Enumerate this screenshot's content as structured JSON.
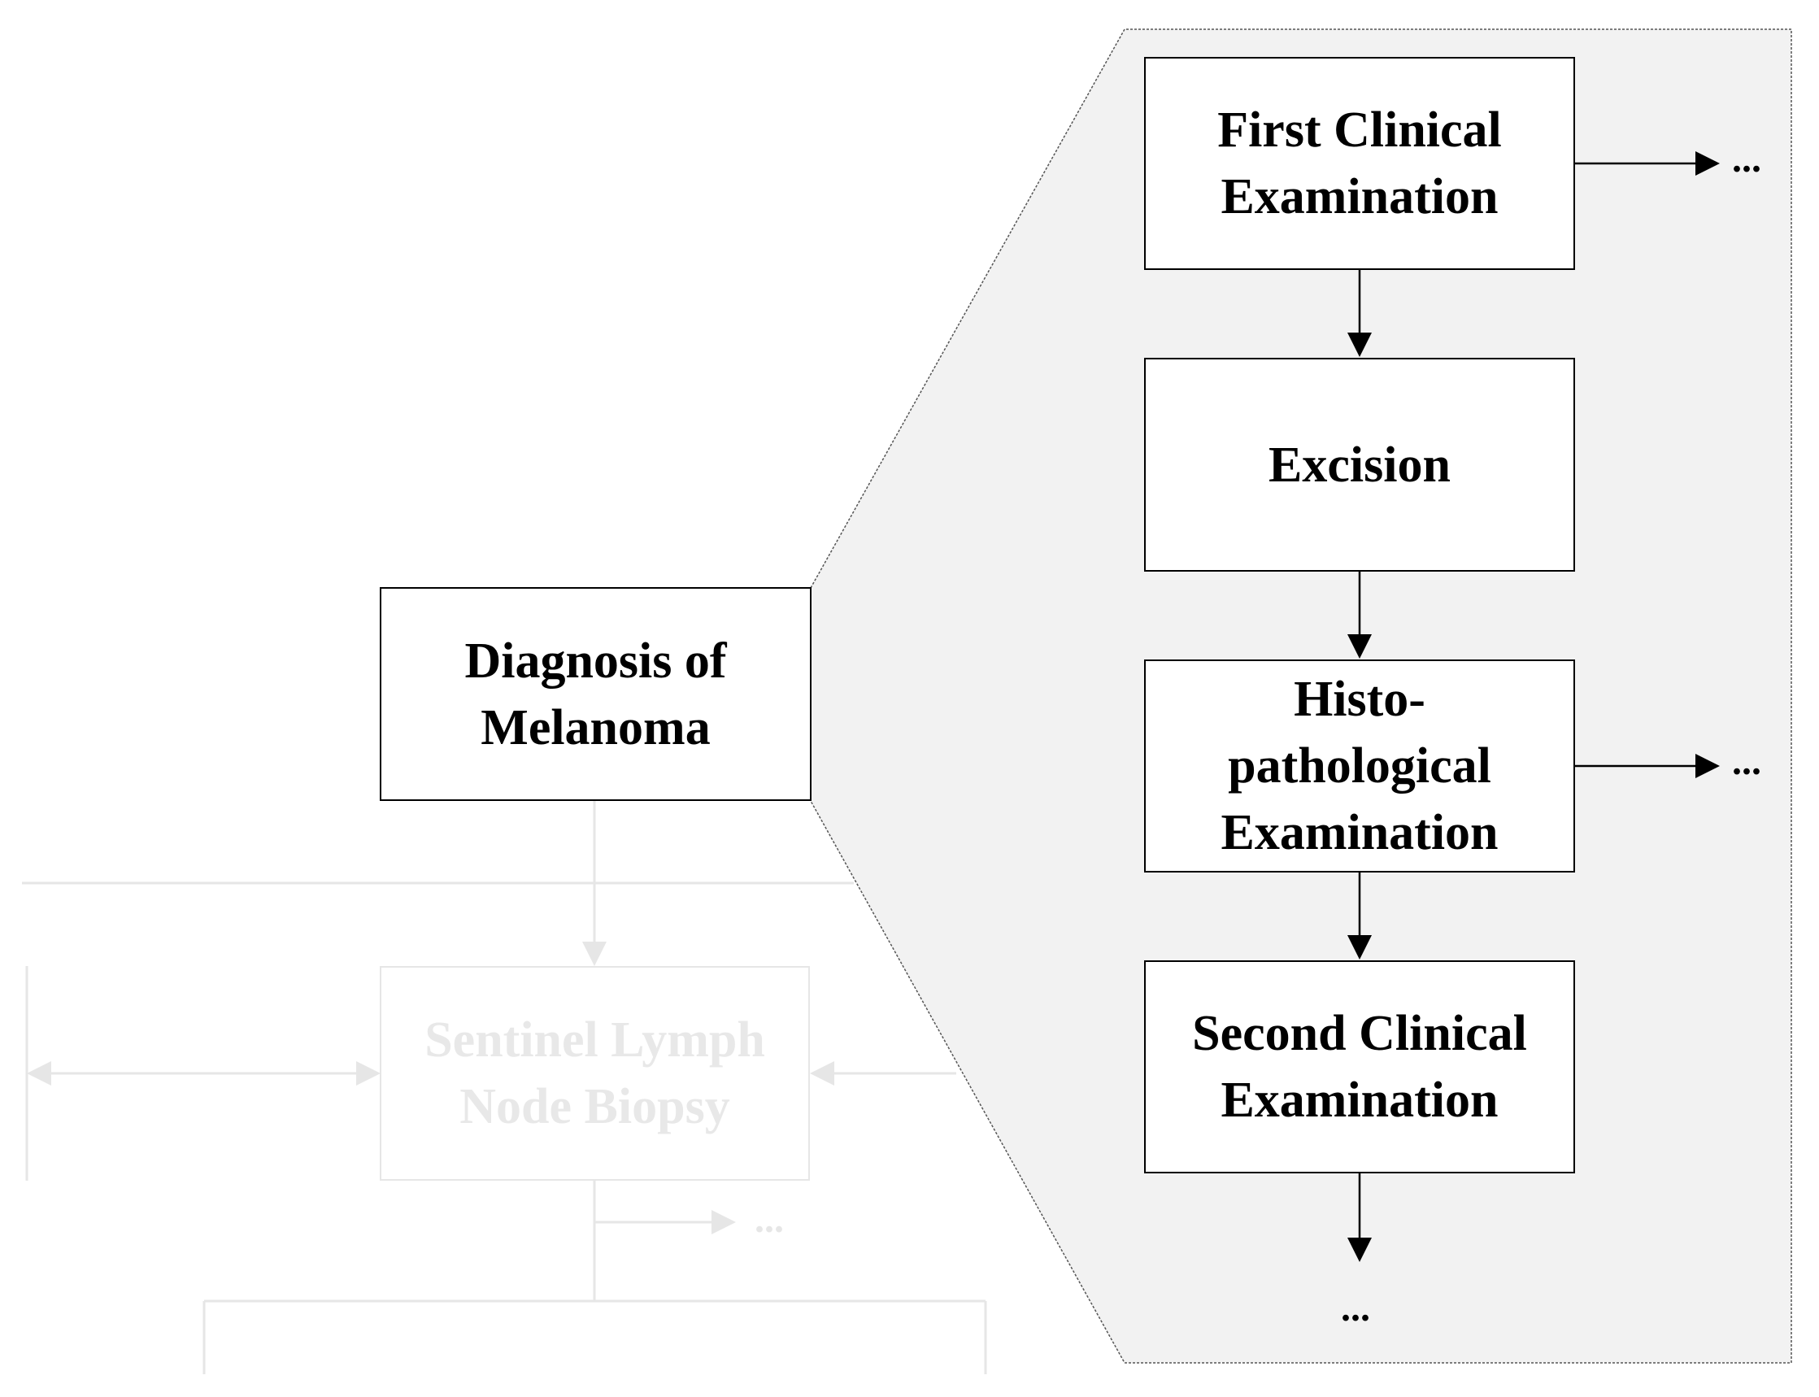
{
  "colors": {
    "zoom_panel_fill": "#f2f2f2",
    "dark_stroke": "#000000",
    "faded_stroke": "#e6e6e6"
  },
  "overview": {
    "diagnosis_box": "Diagnosis of\nMelanoma",
    "sentinel_box": "Sentinel Lymph\nNode Biopsy",
    "sentinel_continuation": "..."
  },
  "detail": {
    "steps": [
      {
        "label": "First Clinical\nExamination",
        "continuation": "..."
      },
      {
        "label": "Excision"
      },
      {
        "label": "Histo-\npathological\nExamination",
        "continuation": "..."
      },
      {
        "label": "Second Clinical\nExamination"
      }
    ],
    "final_continuation": "..."
  }
}
